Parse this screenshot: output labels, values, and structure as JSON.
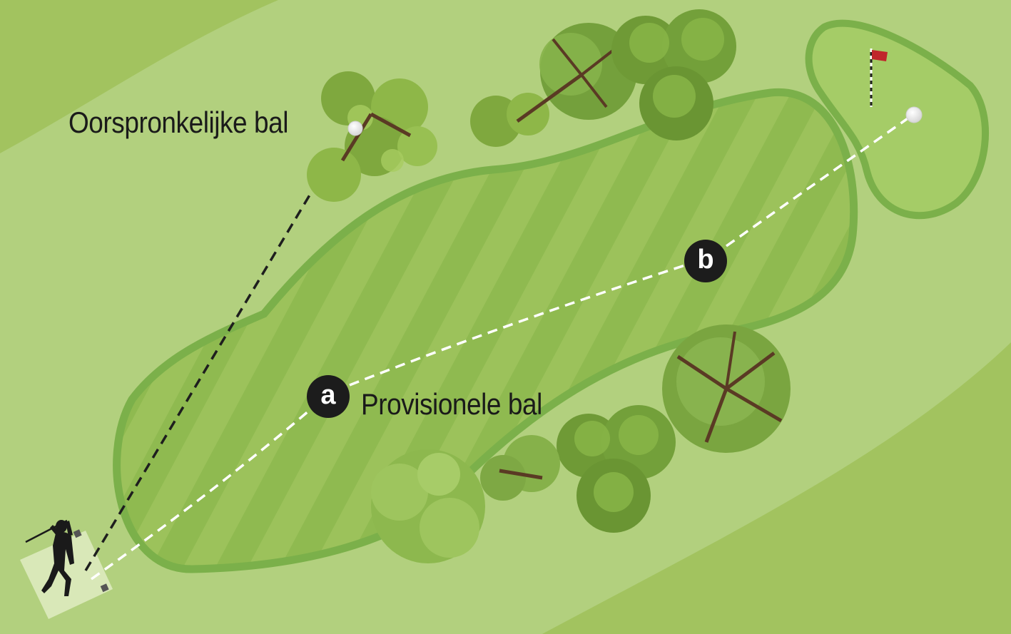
{
  "labels": {
    "original_ball": "Oorspronkelijke bal",
    "provisional_ball": "Provisionele bal"
  },
  "markers": {
    "a": "a",
    "b": "b"
  },
  "colors": {
    "rough": "#b2d07e",
    "outer_rough": "#a2c35f",
    "fairway_light": "#9cc25b",
    "fairway_dark": "#8db84e",
    "fairway_edge": "#7bb04a",
    "green": "#a5cc67",
    "tee_box": "#d9e8b8",
    "flag": "#c0262b",
    "marker": "#1c1c1c"
  },
  "icons": [
    "golfer-icon",
    "flag-icon",
    "golf-ball-icon",
    "tree-icon"
  ]
}
